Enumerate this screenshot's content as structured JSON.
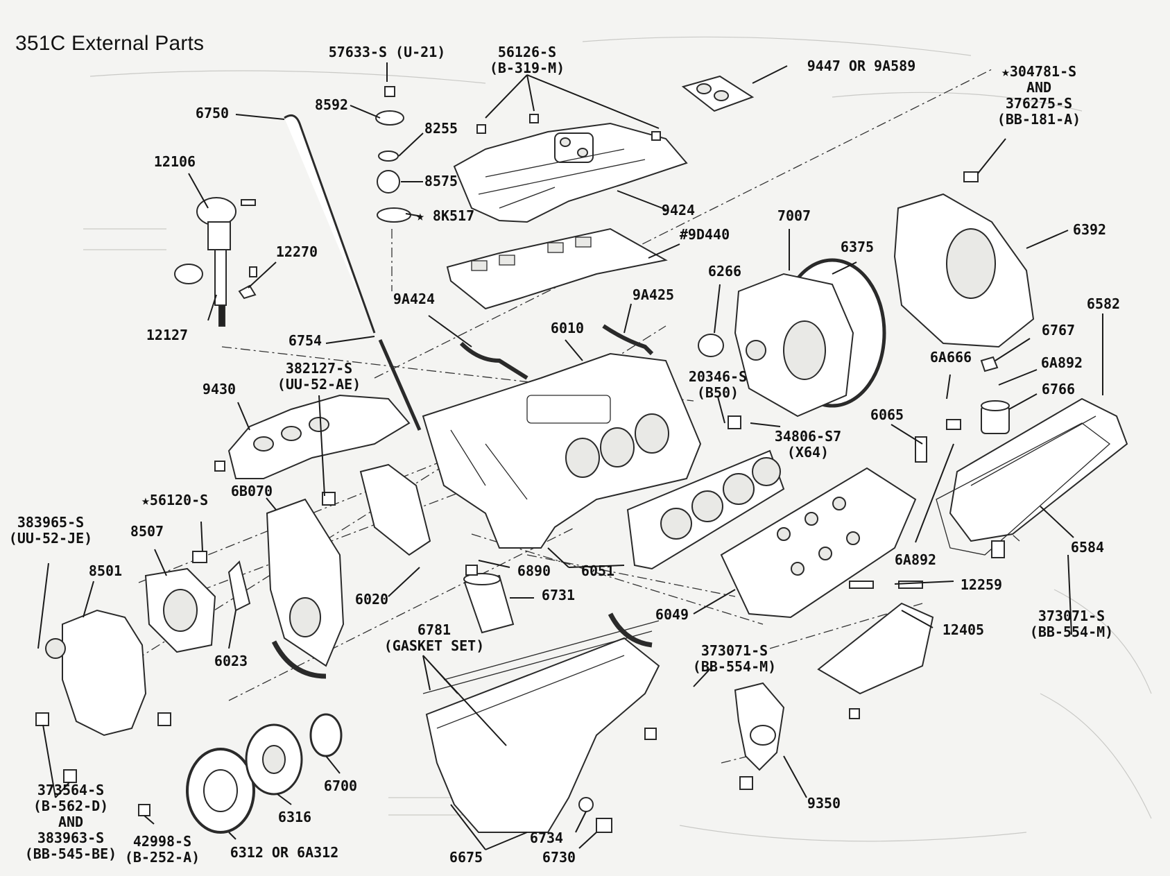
{
  "title": "351C External Parts",
  "parts": [
    {
      "key": "p57633",
      "lines": [
        "57633-S (U-21)"
      ]
    },
    {
      "key": "p56126",
      "lines": [
        "56126-S",
        "(B-319-M)"
      ]
    },
    {
      "key": "p9447",
      "lines": [
        "9447 OR 9A589"
      ]
    },
    {
      "key": "p304781",
      "lines": [
        "★304781-S",
        "AND",
        "376275-S",
        "(BB-181-A)"
      ]
    },
    {
      "key": "p6750",
      "lines": [
        "6750"
      ]
    },
    {
      "key": "p8592",
      "lines": [
        "8592"
      ]
    },
    {
      "key": "p8255",
      "lines": [
        "8255"
      ]
    },
    {
      "key": "p12106",
      "lines": [
        "12106"
      ]
    },
    {
      "key": "p8575",
      "lines": [
        "8575"
      ]
    },
    {
      "key": "p9424",
      "lines": [
        "9424"
      ]
    },
    {
      "key": "p8k517",
      "lines": [
        "★ 8K517"
      ]
    },
    {
      "key": "p7007",
      "lines": [
        "7007"
      ]
    },
    {
      "key": "p6392",
      "lines": [
        "6392"
      ]
    },
    {
      "key": "p12270",
      "lines": [
        "12270"
      ]
    },
    {
      "key": "p9d440",
      "lines": [
        "#9D440"
      ]
    },
    {
      "key": "p6375",
      "lines": [
        "6375"
      ]
    },
    {
      "key": "p6266",
      "lines": [
        "6266"
      ]
    },
    {
      "key": "p9a424",
      "lines": [
        "9A424"
      ]
    },
    {
      "key": "p9a425",
      "lines": [
        "9A425"
      ]
    },
    {
      "key": "p6582",
      "lines": [
        "6582"
      ]
    },
    {
      "key": "p12127",
      "lines": [
        "12127"
      ]
    },
    {
      "key": "p6010",
      "lines": [
        "6010"
      ]
    },
    {
      "key": "p6767",
      "lines": [
        "6767"
      ]
    },
    {
      "key": "p6754",
      "lines": [
        "6754"
      ]
    },
    {
      "key": "p6a666",
      "lines": [
        "6A666"
      ]
    },
    {
      "key": "p6a892a",
      "lines": [
        "6A892"
      ]
    },
    {
      "key": "p382127",
      "lines": [
        "382127-S",
        "(UU-52-AE)"
      ]
    },
    {
      "key": "p20346",
      "lines": [
        "20346-S",
        "(B50)"
      ]
    },
    {
      "key": "p6766",
      "lines": [
        "6766"
      ]
    },
    {
      "key": "p9430",
      "lines": [
        "9430"
      ]
    },
    {
      "key": "p6065",
      "lines": [
        "6065"
      ]
    },
    {
      "key": "p34806",
      "lines": [
        "34806-S7",
        "(X64)"
      ]
    },
    {
      "key": "p6b070",
      "lines": [
        "6B070"
      ]
    },
    {
      "key": "p56120",
      "lines": [
        "★56120-S"
      ]
    },
    {
      "key": "p383965",
      "lines": [
        "383965-S",
        "(UU-52-JE)"
      ]
    },
    {
      "key": "p8507",
      "lines": [
        "8507"
      ]
    },
    {
      "key": "p6584",
      "lines": [
        "6584"
      ]
    },
    {
      "key": "p6a892b",
      "lines": [
        "6A892"
      ]
    },
    {
      "key": "p8501",
      "lines": [
        "8501"
      ]
    },
    {
      "key": "p6890",
      "lines": [
        "6890"
      ]
    },
    {
      "key": "p6051",
      "lines": [
        "6051"
      ]
    },
    {
      "key": "p12259",
      "lines": [
        "12259"
      ]
    },
    {
      "key": "p6731",
      "lines": [
        "6731"
      ]
    },
    {
      "key": "p6020",
      "lines": [
        "6020"
      ]
    },
    {
      "key": "p6049",
      "lines": [
        "6049"
      ]
    },
    {
      "key": "p373071a",
      "lines": [
        "373071-S",
        "(BB-554-M)"
      ]
    },
    {
      "key": "p12405",
      "lines": [
        "12405"
      ]
    },
    {
      "key": "p6781",
      "lines": [
        "6781",
        "(GASKET SET)"
      ]
    },
    {
      "key": "p6023",
      "lines": [
        "6023"
      ]
    },
    {
      "key": "p373071b",
      "lines": [
        "373071-S",
        "(BB-554-M)"
      ]
    },
    {
      "key": "p6700",
      "lines": [
        "6700"
      ]
    },
    {
      "key": "p373564",
      "lines": [
        "373564-S",
        "(B-562-D)",
        "AND",
        "383963-S",
        "(BB-545-BE)"
      ]
    },
    {
      "key": "p9350",
      "lines": [
        "9350"
      ]
    },
    {
      "key": "p6316",
      "lines": [
        "6316"
      ]
    },
    {
      "key": "p42998",
      "lines": [
        "42998-S",
        "(B-252-A)"
      ]
    },
    {
      "key": "p6312",
      "lines": [
        "6312 OR 6A312"
      ]
    },
    {
      "key": "p6734",
      "lines": [
        "6734"
      ]
    },
    {
      "key": "p6675",
      "lines": [
        "6675"
      ]
    },
    {
      "key": "p6730",
      "lines": [
        "6730"
      ]
    }
  ]
}
